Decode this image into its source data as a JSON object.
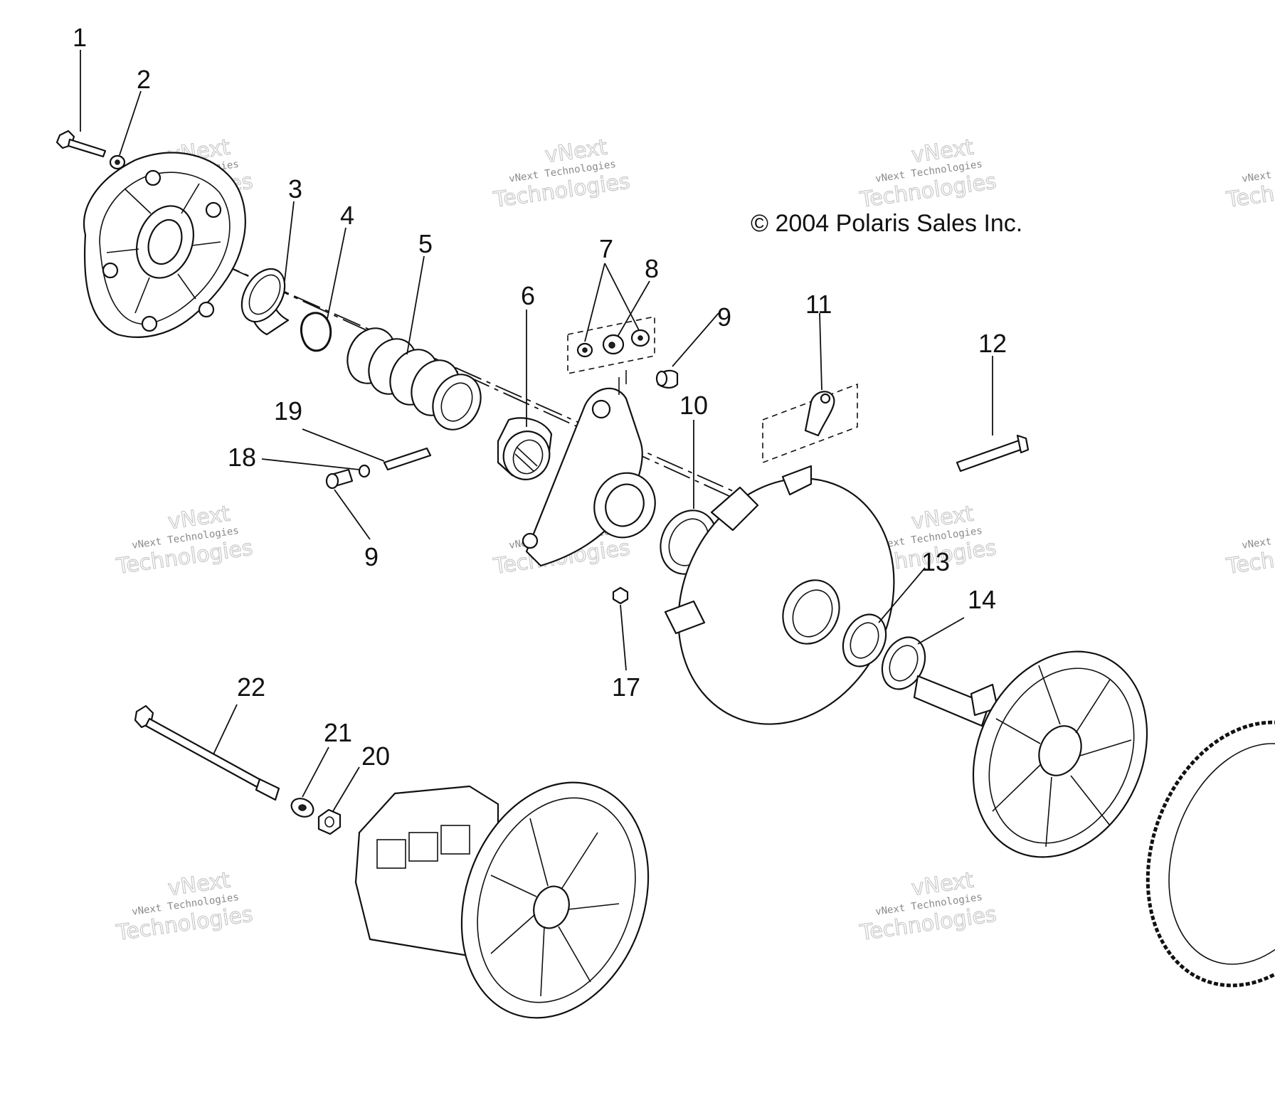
{
  "copyright": "© 2004 Polaris Sales Inc.",
  "watermark": {
    "line1": "vNext",
    "line2": "vNext Technologies",
    "line3": "Technologies"
  },
  "callouts": {
    "c1": "1",
    "c2": "2",
    "c3": "3",
    "c4": "4",
    "c5": "5",
    "c6": "6",
    "c7": "7",
    "c8": "8",
    "c9a": "9",
    "c9b": "9",
    "c10": "10",
    "c11": "11",
    "c12": "12",
    "c13": "13",
    "c14": "14",
    "c17": "17",
    "c18": "18",
    "c19": "19",
    "c20": "20",
    "c21": "21",
    "c22": "22"
  },
  "colors": {
    "ink": "#111111",
    "watermark": "#8a8a8a",
    "background": "#ffffff"
  }
}
